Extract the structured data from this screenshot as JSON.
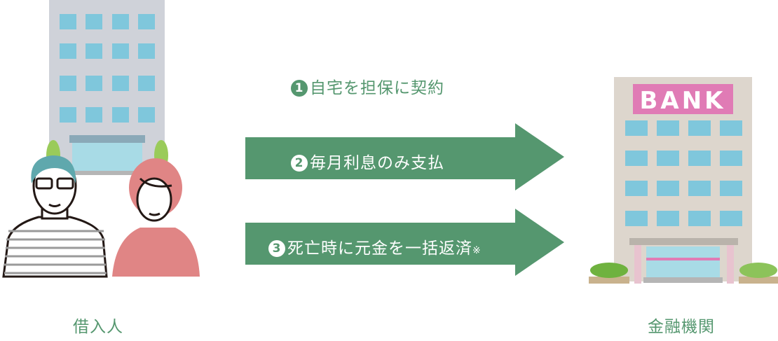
{
  "steps": [
    {
      "number": "1",
      "text": "自宅を担保に契約"
    },
    {
      "number": "2",
      "text": "毎月利息のみ支払"
    },
    {
      "number": "3",
      "text": "死亡時に元金を一括返済",
      "note": "※"
    }
  ],
  "borrower_label": "借入人",
  "lender_label": "金融機関",
  "bank_sign": "BANK",
  "colors": {
    "accent": "#55976f",
    "bank_sign": "#e07bb5",
    "building": "#cfd2d9",
    "bank_wall": "#ddd6cd"
  }
}
